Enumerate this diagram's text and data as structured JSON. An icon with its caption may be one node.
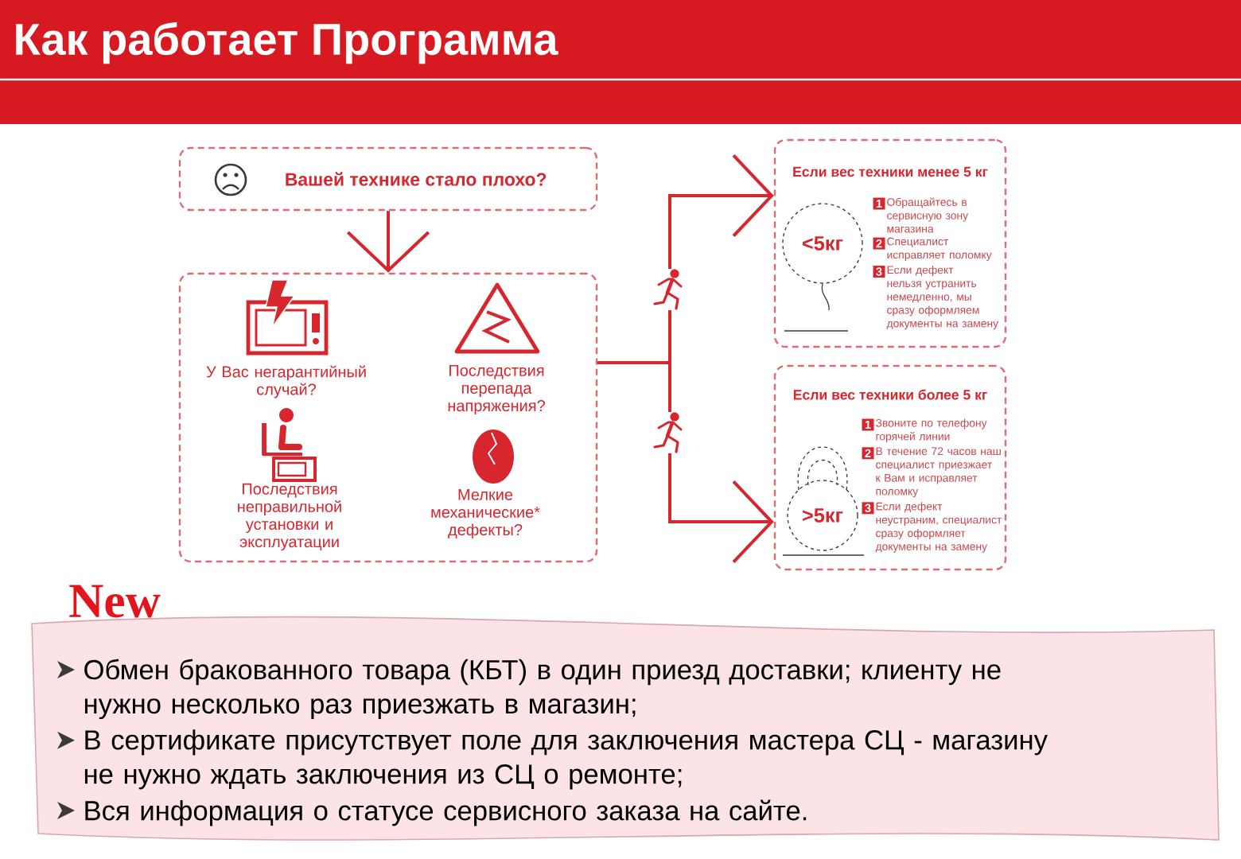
{
  "diagram": {
    "title": "Как работает Программа",
    "nodes": [
      {
        "text": [
          "Вашей технике стало плохо?"
        ]
      },
      {
        "text": [
          "У Вас негарантийный случай?",
          "Последствия перепада напряжения?",
          "Последствия неправильной установки и эксплуатации",
          "Мелкие механические* дефекты?"
        ]
      },
      {
        "text": [
          "Если вес техники менее 5 кг",
          "1",
          "Обращайтесь в сервисную зону магазина",
          "2",
          "Специалист исправляет поломку",
          "3",
          "Если дефект нельзя устранить немедленно, мы сразу оформляем документы на замену"
        ]
      },
      {
        "text": [
          "<5кг"
        ],
        "in": 2
      },
      {
        "text": [
          "Если вес техники более 5 кг",
          "1",
          "Звоните по телефону горячей линии",
          "2",
          "В течение 72 часов наш специалист приезжает к Вам и исправляет поломку",
          "3",
          "Если дефект неустраним, специалист сразу оформляет документы на замену"
        ]
      },
      {
        "text": [
          ">5кг"
        ],
        "in": 4
      },
      {
        "text": [
          "New",
          "Обмен бракованного товара (КБТ) в один приезд доставки; клиенту не нужно несколько раз приезжать в магазин;",
          "В сертификате присутствует поле для заключения мастера СЦ - магазину не нужно ждать заключения из СЦ о ремонте;",
          "Вся информация о статусе сервисного заказа на сайте."
        ]
      }
    ],
    "edges": [
      {
        "from": 0,
        "to": 1,
        "arrow": "to"
      },
      {
        "from": 1,
        "to": 2,
        "arrow": "to"
      },
      {
        "from": 1,
        "to": 4,
        "arrow": "to"
      }
    ]
  }
}
